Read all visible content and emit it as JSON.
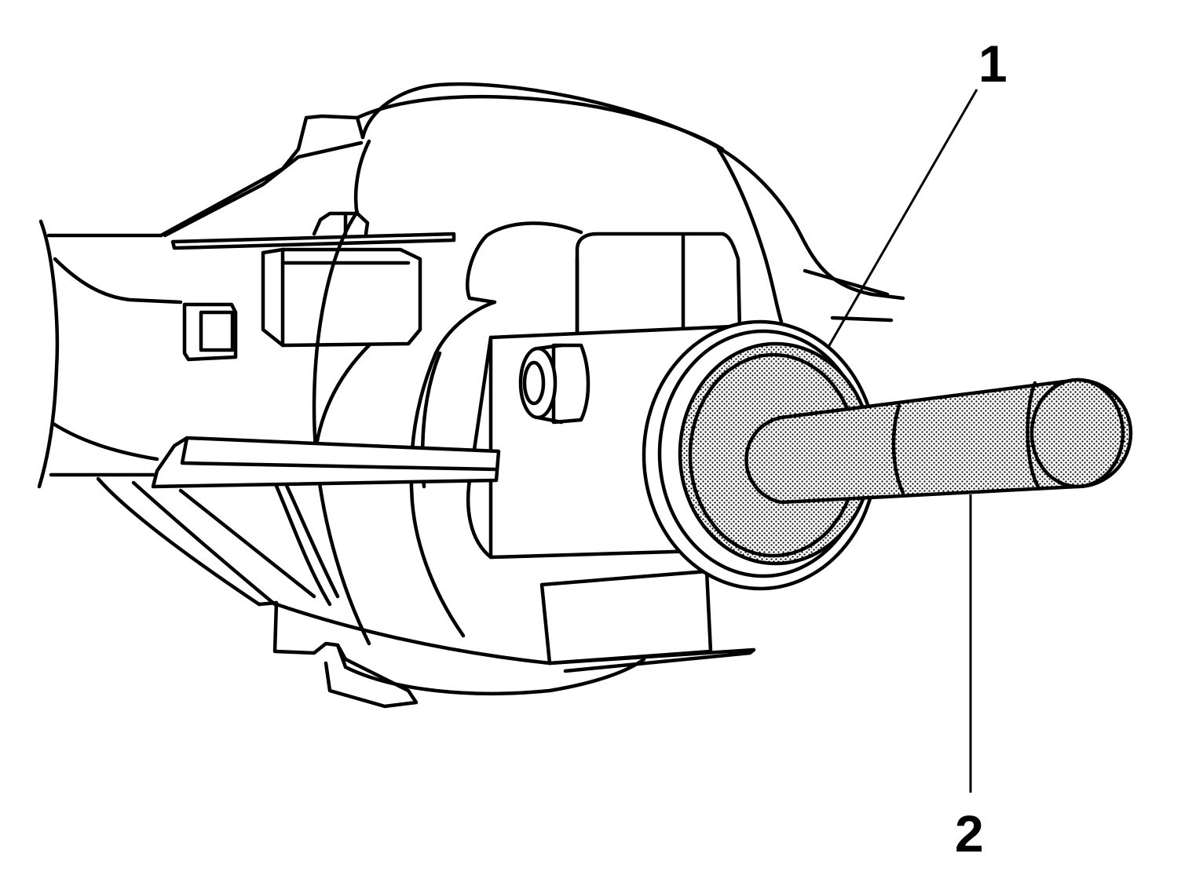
{
  "callouts": [
    {
      "id": "1",
      "label": "1"
    },
    {
      "id": "2",
      "label": "2"
    }
  ],
  "colors": {
    "line": "#000000",
    "background": "#ffffff",
    "shading": "#9a9a9a"
  }
}
